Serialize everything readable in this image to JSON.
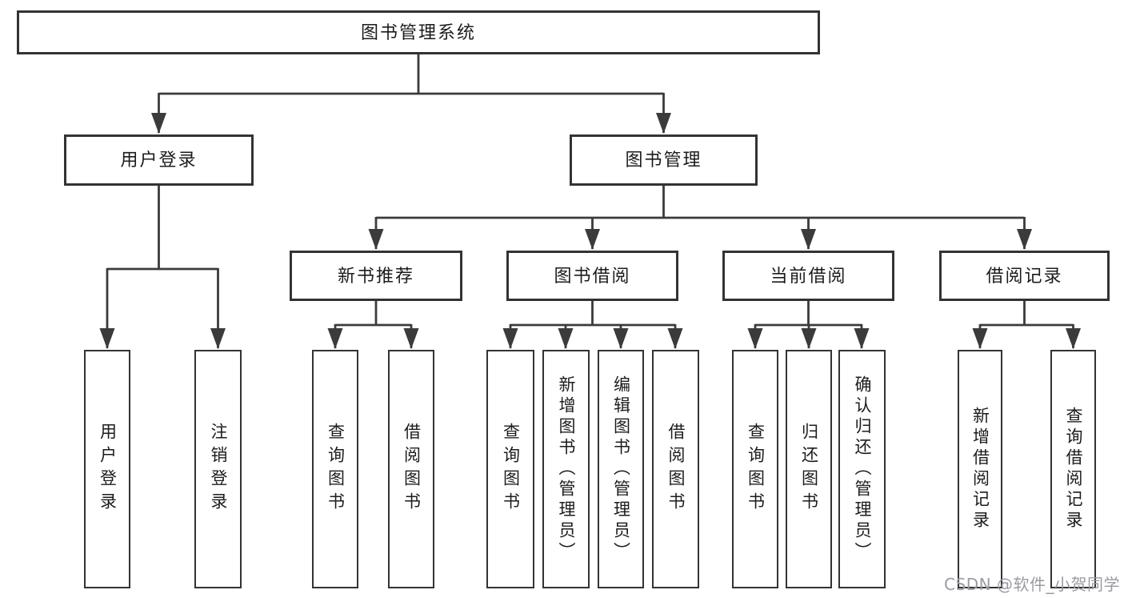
{
  "nodes": {
    "root": {
      "label": "图书管理系统"
    },
    "user_login": {
      "label": "用户登录"
    },
    "book_management": {
      "label": "图书管理"
    },
    "new_book_recommend": {
      "label": "新书推荐"
    },
    "book_borrow": {
      "label": "图书借阅"
    },
    "current_borrow": {
      "label": "当前借阅"
    },
    "borrow_records": {
      "label": "借阅记录"
    },
    "leaf_user_login": {
      "label": "用户登录"
    },
    "leaf_logout": {
      "label": "注销登录"
    },
    "leaf_query_books_1": {
      "label": "查询图书"
    },
    "leaf_borrow_books_1": {
      "label": "借阅图书"
    },
    "leaf_query_books_2": {
      "label": "查询图书"
    },
    "leaf_add_book_admin": {
      "label": "新增图书（管理员）"
    },
    "leaf_edit_book_admin": {
      "label": "编辑图书（管理员）"
    },
    "leaf_borrow_books_2": {
      "label": "借阅图书"
    },
    "leaf_query_books_3": {
      "label": "查询图书"
    },
    "leaf_return_book": {
      "label": "归还图书"
    },
    "leaf_confirm_return_admin": {
      "label": "确认归还（管理员）"
    },
    "leaf_add_borrow_record": {
      "label": "新增借阅记录"
    },
    "leaf_query_borrow_record": {
      "label": "查询借阅记录"
    }
  },
  "hierarchy": {
    "图书管理系统": {
      "用户登录": [
        "用户登录",
        "注销登录"
      ],
      "图书管理": {
        "新书推荐": [
          "查询图书",
          "借阅图书"
        ],
        "图书借阅": [
          "查询图书",
          "新增图书（管理员）",
          "编辑图书（管理员）",
          "借阅图书"
        ],
        "当前借阅": [
          "查询图书",
          "归还图书",
          "确认归还（管理员）"
        ],
        "借阅记录": [
          "新增借阅记录",
          "查询借阅记录"
        ]
      }
    }
  },
  "watermark": {
    "text": "CSDN @软件_小贺同学"
  },
  "colors": {
    "line": "#3b3b3b",
    "box_border": "#333333",
    "text": "#1c1c1c",
    "watermark": "#9a9aa4",
    "background": "#ffffff"
  }
}
